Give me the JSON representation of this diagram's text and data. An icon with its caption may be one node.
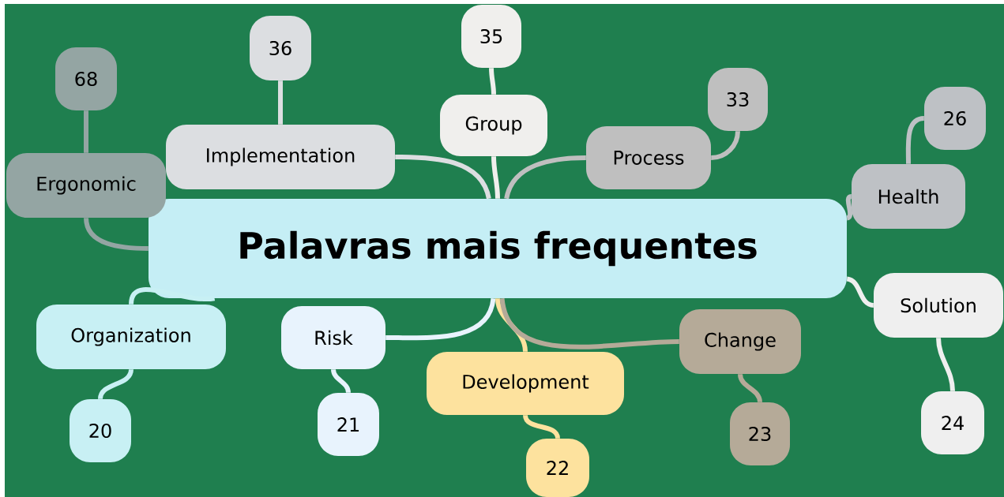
{
  "diagram": {
    "nodes": [
      {
        "text": [
          "Palavras mais frequentes"
        ]
      },
      {
        "text": [
          "Ergonomic"
        ]
      },
      {
        "text": [
          "68"
        ]
      },
      {
        "text": [
          "Implementation"
        ]
      },
      {
        "text": [
          "36"
        ]
      },
      {
        "text": [
          "Group"
        ]
      },
      {
        "text": [
          "35"
        ]
      },
      {
        "text": [
          "Process"
        ]
      },
      {
        "text": [
          "33"
        ]
      },
      {
        "text": [
          "Health"
        ]
      },
      {
        "text": [
          "26"
        ]
      },
      {
        "text": [
          "Solution"
        ]
      },
      {
        "text": [
          "24"
        ]
      },
      {
        "text": [
          "Organization"
        ]
      },
      {
        "text": [
          "20"
        ]
      },
      {
        "text": [
          "Risk"
        ]
      },
      {
        "text": [
          "21"
        ]
      },
      {
        "text": [
          "Development"
        ]
      },
      {
        "text": [
          "22"
        ]
      },
      {
        "text": [
          "Change"
        ]
      },
      {
        "text": [
          "23"
        ]
      }
    ],
    "edges": [
      {
        "from": 0,
        "to": 1,
        "arrow": "none",
        "color": "#94a5a3"
      },
      {
        "from": 1,
        "to": 2,
        "arrow": "none",
        "color": "#94a5a3"
      },
      {
        "from": 0,
        "to": 3,
        "arrow": "none",
        "color": "#dcdee1"
      },
      {
        "from": 3,
        "to": 4,
        "arrow": "none",
        "color": "#dcdee1"
      },
      {
        "from": 0,
        "to": 5,
        "arrow": "none",
        "color": "#f0efed"
      },
      {
        "from": 5,
        "to": 6,
        "arrow": "none",
        "color": "#f0efed"
      },
      {
        "from": 0,
        "to": 7,
        "arrow": "none",
        "color": "#bfbfbf"
      },
      {
        "from": 7,
        "to": 8,
        "arrow": "none",
        "color": "#bfbfbf"
      },
      {
        "from": 0,
        "to": 9,
        "arrow": "none",
        "color": "#bec1c5"
      },
      {
        "from": 9,
        "to": 10,
        "arrow": "none",
        "color": "#bec1c5"
      },
      {
        "from": 0,
        "to": 11,
        "arrow": "none",
        "color": "#efefef"
      },
      {
        "from": 11,
        "to": 12,
        "arrow": "none",
        "color": "#efefef"
      },
      {
        "from": 0,
        "to": 13,
        "arrow": "none",
        "color": "#c8f0f4"
      },
      {
        "from": 13,
        "to": 14,
        "arrow": "none",
        "color": "#c8f0f4"
      },
      {
        "from": 0,
        "to": 15,
        "arrow": "none",
        "color": "#e8f3fd"
      },
      {
        "from": 15,
        "to": 16,
        "arrow": "none",
        "color": "#e8f3fd"
      },
      {
        "from": 0,
        "to": 17,
        "arrow": "none",
        "color": "#fde29e"
      },
      {
        "from": 17,
        "to": 18,
        "arrow": "none",
        "color": "#fde29e"
      },
      {
        "from": 0,
        "to": 19,
        "arrow": "none",
        "color": "#b5aa98"
      },
      {
        "from": 19,
        "to": 20,
        "arrow": "none",
        "color": "#b5aa98"
      }
    ]
  }
}
